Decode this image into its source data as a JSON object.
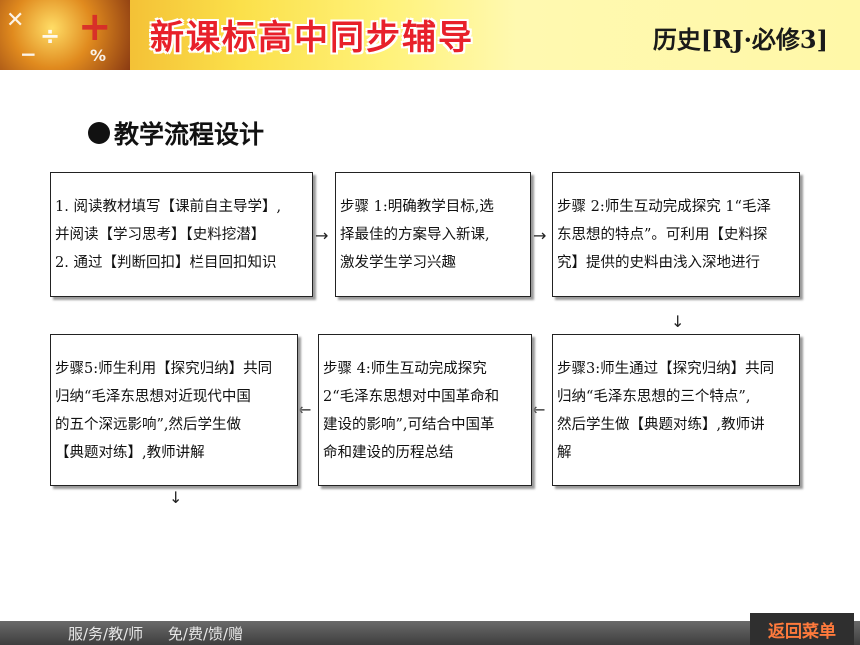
{
  "header": {
    "title": "新课标高中同步辅导",
    "subject": "历史[RJ·必修3]",
    "deco_symbols": [
      "✕",
      "+",
      "÷",
      "−",
      "%"
    ]
  },
  "section": {
    "heading": "教学流程设计"
  },
  "flow": {
    "box1": [
      "1. 阅读教材填写【课前自主导学】,",
      "并阅读【学习思考】【史料挖潜】",
      "2. 通过【判断回扣】栏目回扣知识"
    ],
    "box2": [
      "步骤 1:明确教学目标,选",
      "择最佳的方案导入新课,",
      "激发学生学习兴趣"
    ],
    "box3": [
      "步骤 2:师生互动完成探究 1“毛泽",
      "东思想的特点”。可利用【史料探",
      "究】提供的史料由浅入深地进行"
    ],
    "box4": [
      "步骤3:师生通过【探究归纳】共同",
      "归纳“毛泽东思想的三个特点”,",
      "然后学生做【典题对练】,教师讲",
      "解"
    ],
    "box5": [
      "步骤 4:师生互动完成探究",
      "2“毛泽东思想对中国革命和",
      "建设的影响”,可结合中国革",
      "命和建设的历程总结"
    ],
    "box6": [
      "步骤5:师生利用【探究归纳】共同",
      "归纳“毛泽东思想对近现代中国",
      "的五个深远影响”,然后学生做",
      "【典题对练】,教师讲解"
    ],
    "arrows": {
      "right": "→",
      "left": "←",
      "down": "↓"
    }
  },
  "footer": {
    "left_text": "服/务/教/师 免/费/馈/赠",
    "menu_button": "返回菜单"
  }
}
